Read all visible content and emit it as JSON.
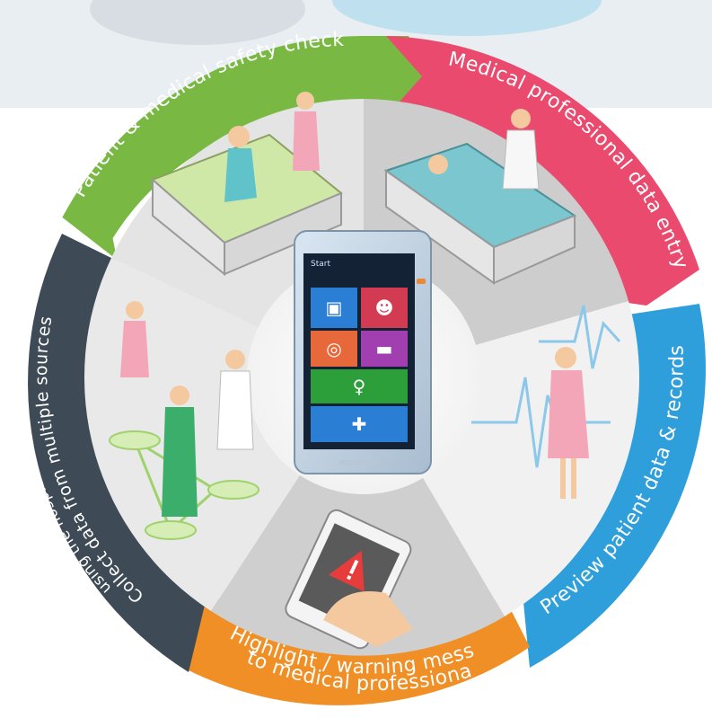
{
  "center": {
    "screen_title": "Start"
  },
  "segments": [
    {
      "id": "safety-check",
      "label": "Patient & medical safety check",
      "color": "#79b943"
    },
    {
      "id": "data-entry",
      "label": "Medical professional data entry",
      "color": "#e94a6e"
    },
    {
      "id": "preview-records",
      "label": "Preview patient data & records",
      "color": "#2f9fdc"
    },
    {
      "id": "warning-message",
      "label_line1": "Highlight / warning message",
      "label_line2": "to medical professionals",
      "color": "#f08f26"
    },
    {
      "id": "collect-data",
      "label_line1": "Collect data from multiple sources",
      "label_line2": "using the hospital's existing infrastructure",
      "color": "#3e4b56"
    }
  ],
  "tiles": [
    {
      "icon": "camera-icon",
      "color": "#2a7fd4"
    },
    {
      "icon": "people-icon",
      "color": "#d23b52"
    },
    {
      "icon": "globe-icon",
      "color": "#e6683b"
    },
    {
      "icon": "pill-icon",
      "color": "#a13fb0"
    },
    {
      "icon": "nurse-icon",
      "color": "#2c9e3a"
    },
    {
      "icon": "plus-icon",
      "color": "#2a7fd4"
    }
  ]
}
